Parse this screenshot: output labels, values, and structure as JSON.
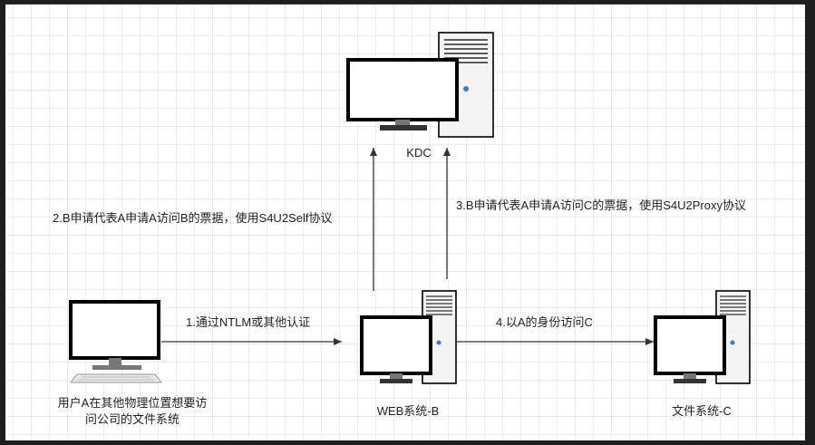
{
  "nodes": {
    "kdc": {
      "label": "KDC",
      "icon": "server-with-monitor-icon"
    },
    "user_a": {
      "label": "用户A在其他物理位置想要访问公司的文件系统",
      "line1": "用户A在其他物理位置想要访",
      "line2": "问公司的文件系统",
      "icon": "workstation-monitor-icon"
    },
    "web_b": {
      "label": "WEB系统-B",
      "icon": "server-with-monitor-icon"
    },
    "file_c": {
      "label": "文件系统-C",
      "icon": "server-with-monitor-icon"
    }
  },
  "edges": {
    "step1": {
      "label": "1.通过NTLM或其他认证"
    },
    "step2": {
      "label": "2.B申请代表A申请A访问B的票据，使用S4U2Self协议"
    },
    "step3": {
      "label": "3.B申请代表A申请A访问C的票据，使用S4U2Proxy协议"
    },
    "step4": {
      "label": "4.以A的身份访问C"
    }
  },
  "colors": {
    "outline": "#000000",
    "tower_fill": "#f4f4f4",
    "power_dot": "#3b78d8",
    "monitor_stand": "#777777",
    "arrow": "#333333",
    "background_grid": "#ececec"
  }
}
